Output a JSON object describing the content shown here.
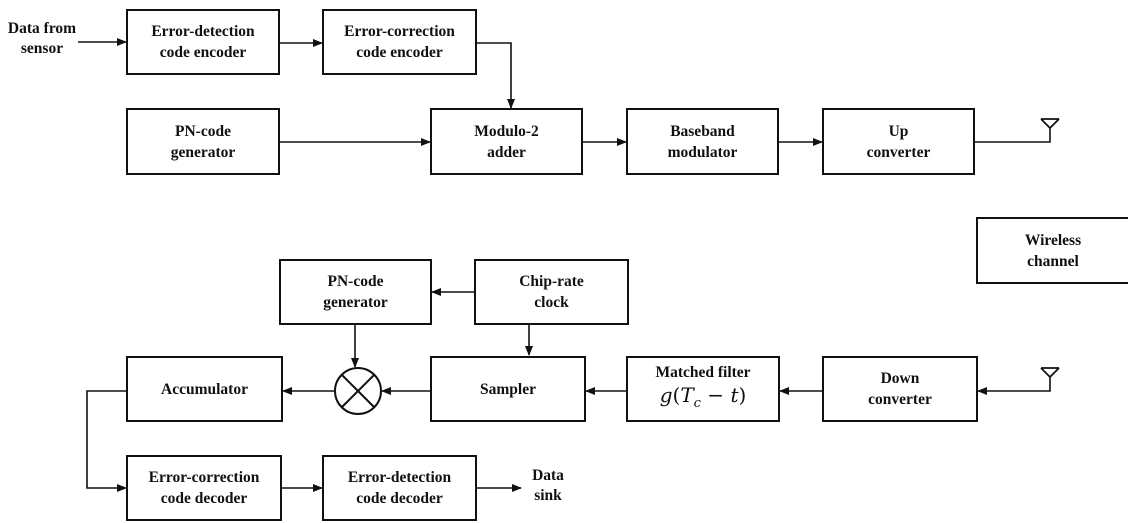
{
  "inputs": {
    "data_from_sensor": [
      "Data from",
      "sensor"
    ],
    "data_sink": [
      "Data",
      "sink"
    ]
  },
  "transmitter": {
    "error_detection_encoder": [
      "Error-detection",
      "code encoder"
    ],
    "error_correction_encoder": [
      "Error-correction",
      "code encoder"
    ],
    "pn_code_generator": [
      "PN-code",
      "generator"
    ],
    "modulo2_adder": [
      "Modulo-2",
      "adder"
    ],
    "baseband_modulator": [
      "Baseband",
      "modulator"
    ],
    "up_converter": [
      "Up",
      "converter"
    ]
  },
  "channel": {
    "wireless_channel": [
      "Wireless",
      "channel"
    ]
  },
  "receiver": {
    "pn_code_generator": [
      "PN-code",
      "generator"
    ],
    "chip_rate_clock": [
      "Chip-rate",
      "clock"
    ],
    "accumulator": "Accumulator",
    "sampler": "Sampler",
    "matched_filter": "Matched filter",
    "matched_filter_formula": {
      "g": "g",
      "open": "(",
      "T": "T",
      "sub": "c",
      "rest": " − ",
      "t": "t",
      "close": ")"
    },
    "down_converter": [
      "Down",
      "converter"
    ],
    "error_correction_decoder": [
      "Error-correction",
      "code decoder"
    ],
    "error_detection_decoder": [
      "Error-detection",
      "code decoder"
    ]
  }
}
